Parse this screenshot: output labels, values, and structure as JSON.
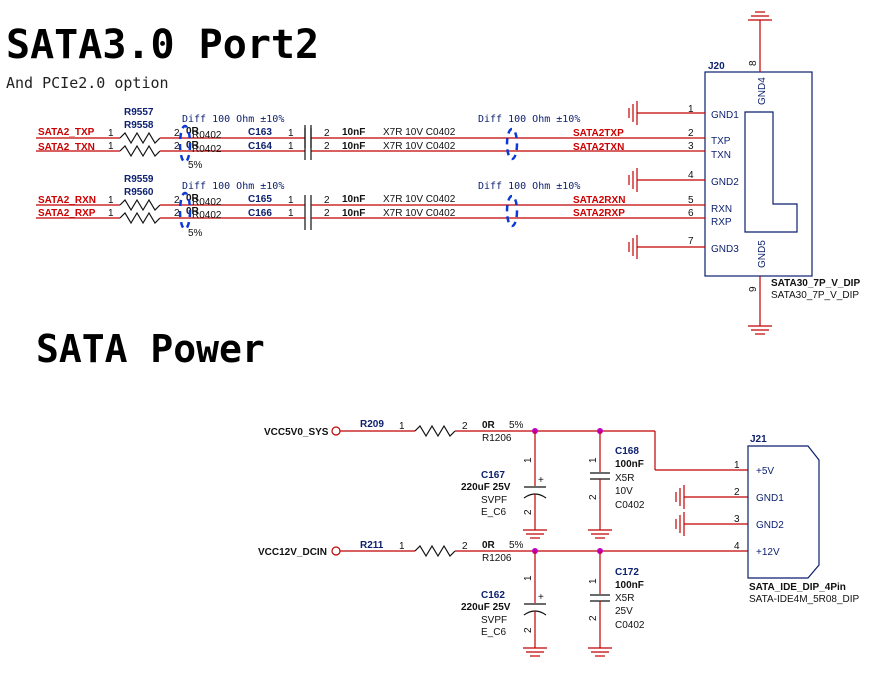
{
  "section1": {
    "title": "SATA3.0 Port2",
    "subtitle": "And PCIe2.0 option"
  },
  "section2": {
    "title": "SATA Power"
  },
  "diff_label": "Diff 100 Ohm ±10%",
  "resistors_top": [
    {
      "ref": "R9557",
      "pin1": "1",
      "pin2": "2",
      "value": "0R",
      "pkg": "R0402",
      "tol": "5%"
    },
    {
      "ref": "R9558",
      "pin1": "1",
      "pin2": "2",
      "value": "0R",
      "pkg": "R0402",
      "tol": "5%"
    },
    {
      "ref": "R9559",
      "pin1": "1",
      "pin2": "2",
      "value": "0R",
      "pkg": "R0402",
      "tol": "5%"
    },
    {
      "ref": "R9560",
      "pin1": "1",
      "pin2": "2",
      "value": "0R",
      "pkg": "R0402",
      "tol": "5%"
    }
  ],
  "nets_left": [
    "SATA2_TXP",
    "SATA2_TXN",
    "SATA2_RXN",
    "SATA2_RXP"
  ],
  "nets_right": [
    "SATA2TXP",
    "SATA2TXN",
    "SATA2RXN",
    "SATA2RXP"
  ],
  "caps_top": [
    {
      "ref": "C163",
      "value": "10nF",
      "spec": "X7R 10V C0402"
    },
    {
      "ref": "C164",
      "value": "10nF",
      "spec": "X7R 10V C0402"
    },
    {
      "ref": "C165",
      "value": "10nF",
      "spec": "X7R 10V C0402"
    },
    {
      "ref": "C166",
      "value": "10nF",
      "spec": "X7R 10V C0402"
    }
  ],
  "j20": {
    "ref": "J20",
    "part": "SATA30_7P_V_DIP",
    "part2": "SATA30_7P_V_DIP",
    "pins": [
      {
        "num": "1",
        "name": "GND1"
      },
      {
        "num": "2",
        "name": "TXP"
      },
      {
        "num": "3",
        "name": "TXN"
      },
      {
        "num": "4",
        "name": "GND2"
      },
      {
        "num": "5",
        "name": "RXN"
      },
      {
        "num": "6",
        "name": "RXP"
      },
      {
        "num": "7",
        "name": "GND3"
      }
    ],
    "gnd4": {
      "num": "8",
      "name": "GND4"
    },
    "gnd5": {
      "num": "9",
      "name": "GND5"
    }
  },
  "power": {
    "vcc5": "VCC5V0_SYS",
    "vcc12": "VCC12V_DCIN",
    "r209": {
      "ref": "R209",
      "pin1": "1",
      "pin2": "2",
      "value": "0R",
      "tol": "5%",
      "pkg": "R1206"
    },
    "r211": {
      "ref": "R211",
      "pin1": "1",
      "pin2": "2",
      "value": "0R",
      "tol": "5%",
      "pkg": "R1206"
    },
    "c167": {
      "ref": "C167",
      "value": "220uF 25V",
      "type": "SVPF",
      "pkg": "E_C6",
      "pin1": "1",
      "pin2": "2"
    },
    "c168": {
      "ref": "C168",
      "value": "100nF",
      "diel": "X5R",
      "volt": "10V",
      "pkg": "C0402",
      "pin1": "1",
      "pin2": "2"
    },
    "c162": {
      "ref": "C162",
      "value": "220uF 25V",
      "type": "SVPF",
      "pkg": "E_C6",
      "pin1": "1",
      "pin2": "2"
    },
    "c172": {
      "ref": "C172",
      "value": "100nF",
      "diel": "X5R",
      "volt": "25V",
      "pkg": "C0402",
      "pin1": "1",
      "pin2": "2"
    }
  },
  "j21": {
    "ref": "J21",
    "part": "SATA_IDE_DIP_4Pin",
    "part2": "SATA-IDE4M_5R08_DIP",
    "pins": [
      {
        "num": "1",
        "name": "+5V"
      },
      {
        "num": "2",
        "name": "GND1"
      },
      {
        "num": "3",
        "name": "GND2"
      },
      {
        "num": "4",
        "name": "+12V"
      }
    ]
  }
}
